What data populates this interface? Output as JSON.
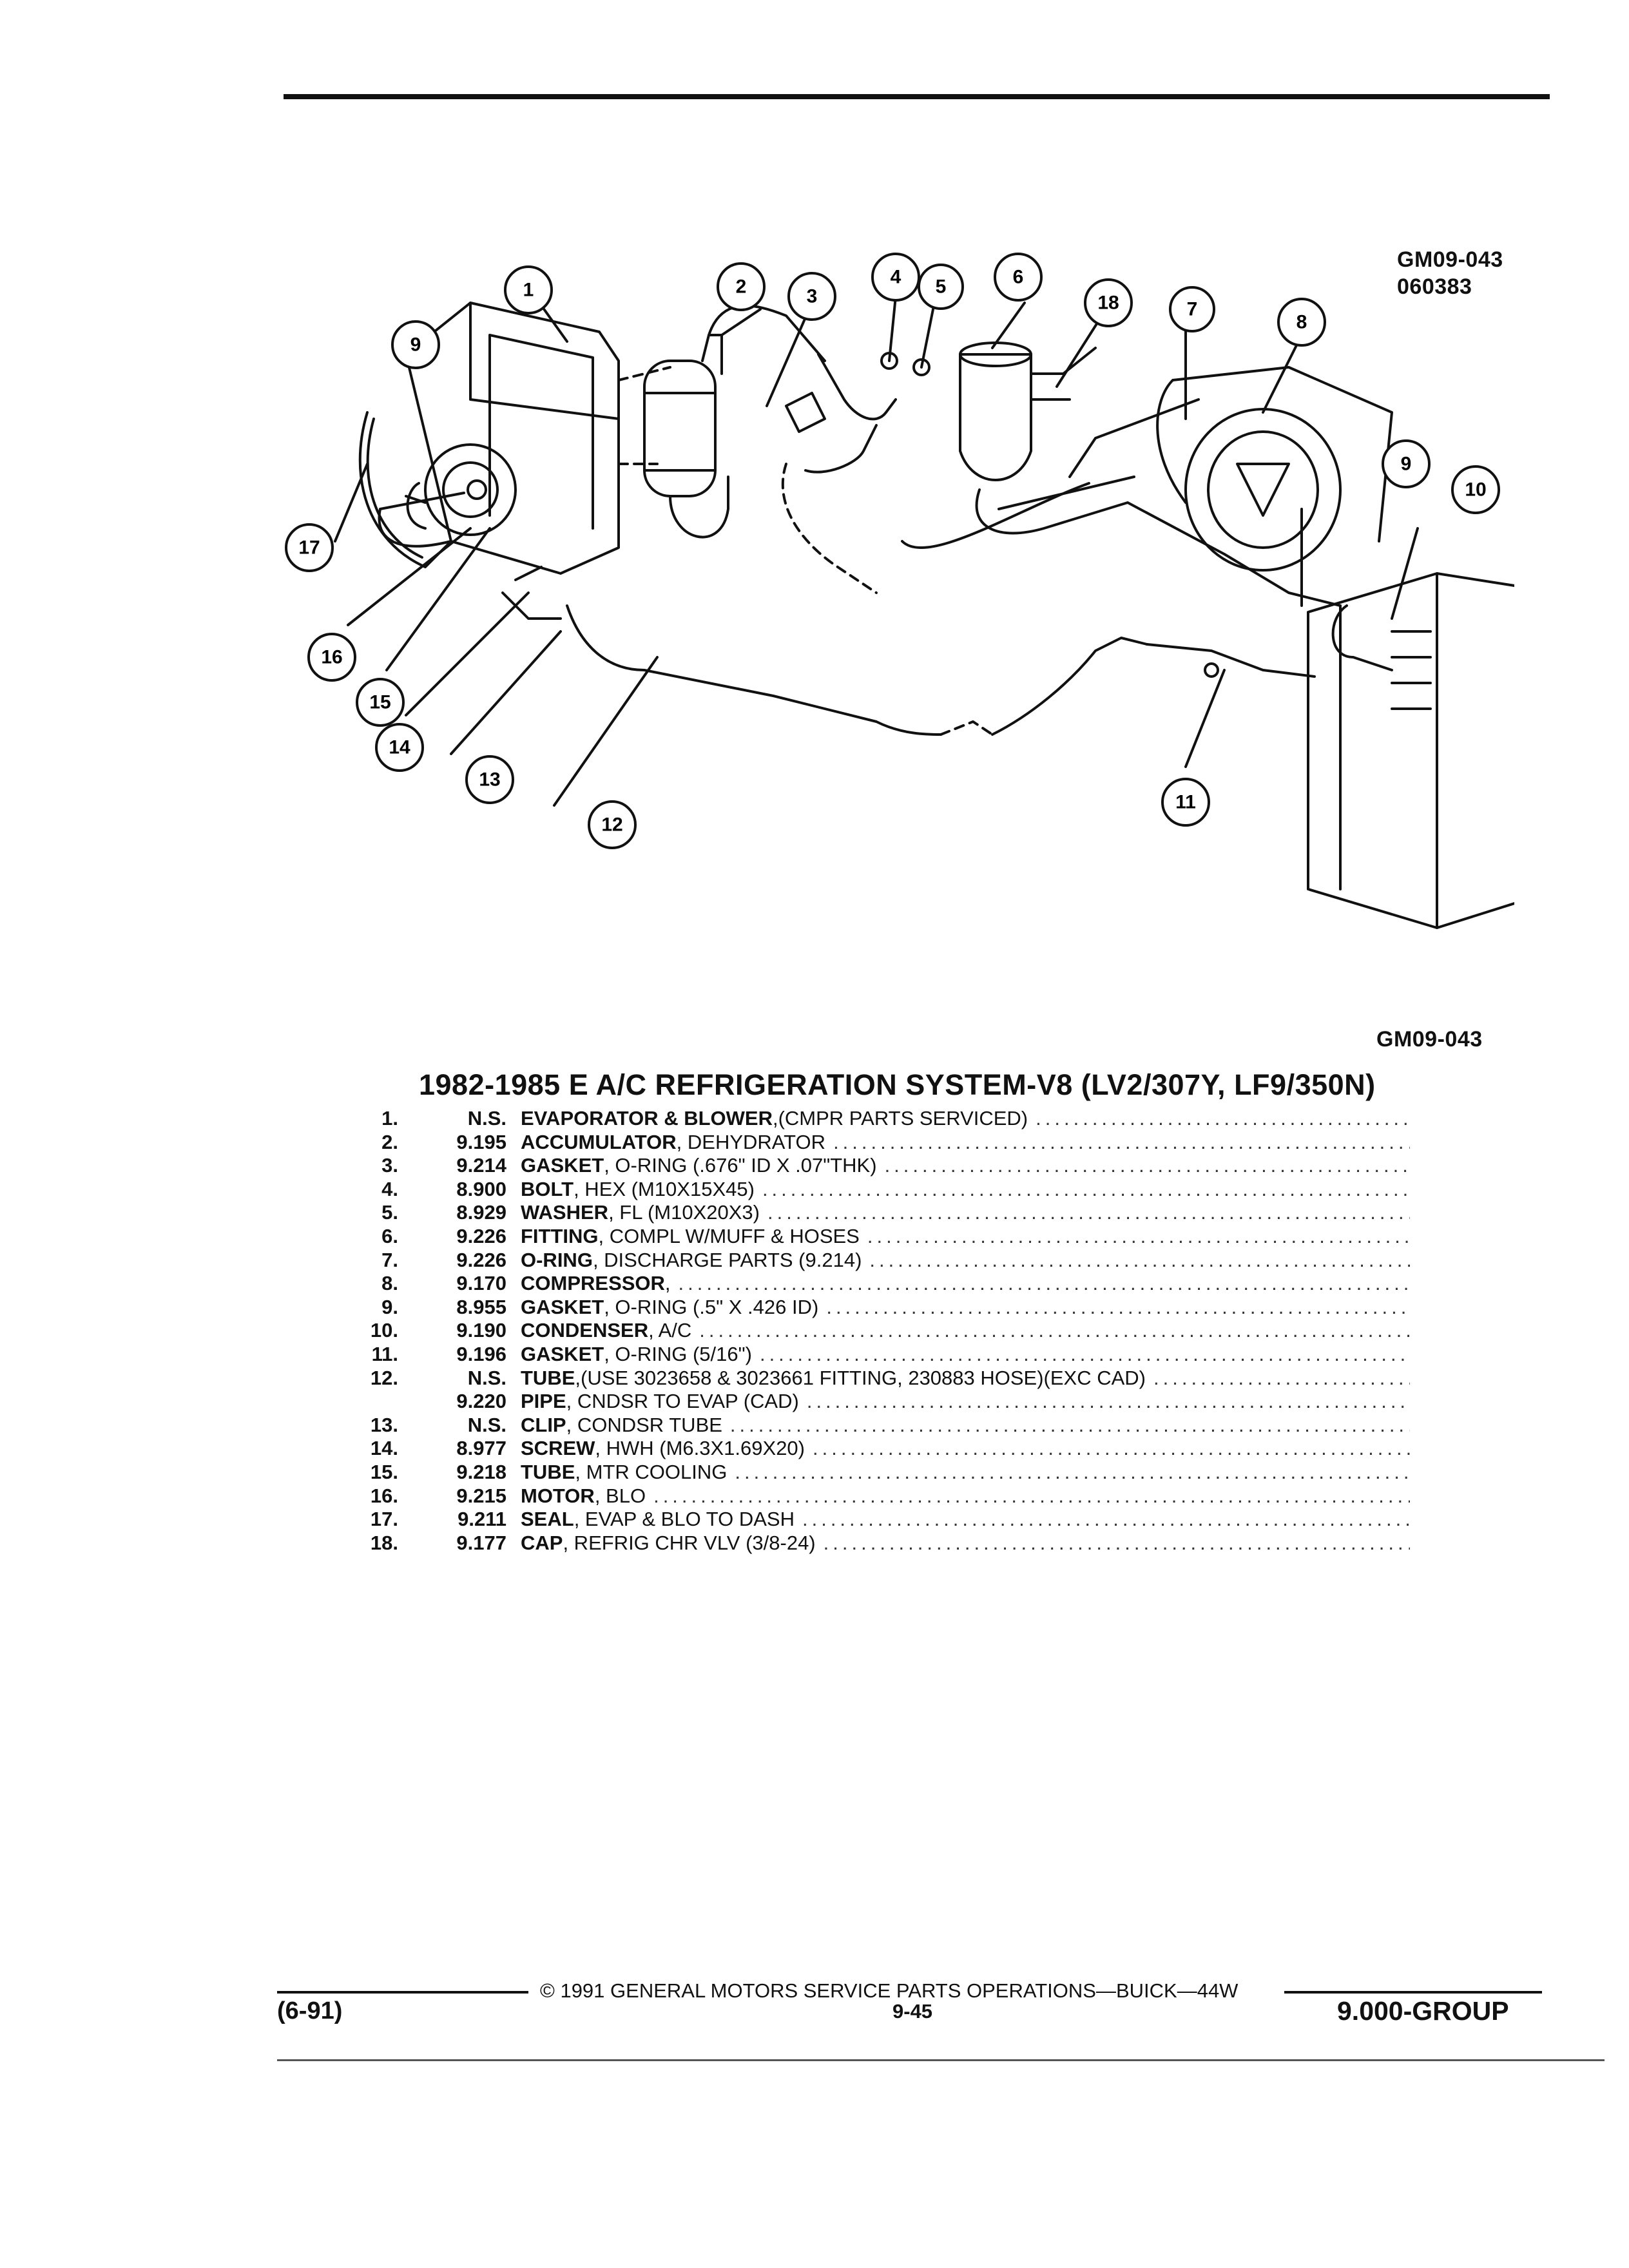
{
  "figure": {
    "code_top": "GM09-043",
    "date_top": "060383",
    "code_bottom": "GM09-043",
    "callouts": [
      "1",
      "2",
      "3",
      "4",
      "5",
      "6",
      "18",
      "7",
      "8",
      "9",
      "17",
      "16",
      "15",
      "14",
      "13",
      "12",
      "11",
      "9",
      "10"
    ]
  },
  "parts_table": {
    "title": "1982-1985 E A/C REFRIGERATION SYSTEM-V8 (LV2/307Y, LF9/350N)",
    "rows": [
      {
        "num": "1.",
        "group": "N.S.",
        "name": "EVAPORATOR & BLOWER",
        "detail": ",(CMPR PARTS SERVICED)"
      },
      {
        "num": "2.",
        "group": "9.195",
        "name": "ACCUMULATOR",
        "detail": ", DEHYDRATOR"
      },
      {
        "num": "3.",
        "group": "9.214",
        "name": "GASKET",
        "detail": ", O-RING (.676\" ID X .07\"THK)"
      },
      {
        "num": "4.",
        "group": "8.900",
        "name": "BOLT",
        "detail": ", HEX (M10X15X45)"
      },
      {
        "num": "5.",
        "group": "8.929",
        "name": "WASHER",
        "detail": ", FL (M10X20X3)"
      },
      {
        "num": "6.",
        "group": "9.226",
        "name": "FITTING",
        "detail": ", COMPL W/MUFF & HOSES"
      },
      {
        "num": "7.",
        "group": "9.226",
        "name": "O-RING",
        "detail": ", DISCHARGE PARTS (9.214)"
      },
      {
        "num": "8.",
        "group": "9.170",
        "name": "COMPRESSOR",
        "detail": ","
      },
      {
        "num": "9.",
        "group": "8.955",
        "name": "GASKET",
        "detail": ", O-RING (.5\" X .426 ID)"
      },
      {
        "num": "10.",
        "group": "9.190",
        "name": "CONDENSER",
        "detail": ", A/C"
      },
      {
        "num": "11.",
        "group": "9.196",
        "name": "GASKET",
        "detail": ", O-RING (5/16\")"
      },
      {
        "num": "12.",
        "group": "N.S.",
        "name": "TUBE",
        "detail": ",(USE 3023658 & 3023661 FITTING, 230883 HOSE)(EXC CAD)"
      },
      {
        "num": "",
        "group": "9.220",
        "name": "PIPE",
        "detail": ", CNDSR TO EVAP (CAD)"
      },
      {
        "num": "13.",
        "group": "N.S.",
        "name": "CLIP",
        "detail": ", CONDSR TUBE"
      },
      {
        "num": "14.",
        "group": "8.977",
        "name": "SCREW",
        "detail": ", HWH (M6.3X1.69X20)"
      },
      {
        "num": "15.",
        "group": "9.218",
        "name": "TUBE",
        "detail": ", MTR COOLING"
      },
      {
        "num": "16.",
        "group": "9.215",
        "name": "MOTOR",
        "detail": ", BLO"
      },
      {
        "num": "17.",
        "group": "9.211",
        "name": "SEAL",
        "detail": ", EVAP & BLO TO DASH"
      },
      {
        "num": "18.",
        "group": "9.177",
        "name": "CAP",
        "detail": ", REFRIG CHR VLV (3/8-24)"
      }
    ]
  },
  "footer": {
    "copyright": "© 1991 GENERAL MOTORS SERVICE PARTS OPERATIONS—BUICK—44W",
    "date": "(6-91)",
    "page": "9-45",
    "group": "9.000-GROUP"
  }
}
